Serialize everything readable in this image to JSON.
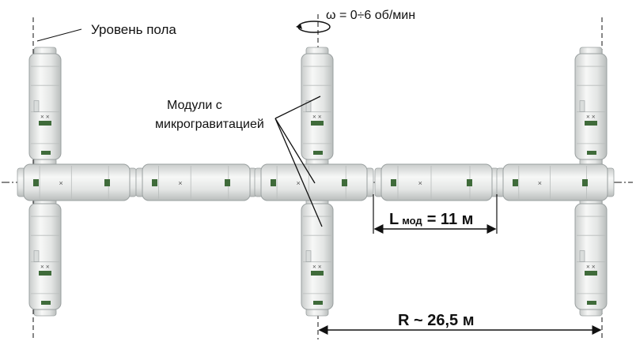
{
  "labels": {
    "floor_level": "Уровень пола",
    "rotation": "ω = 0÷6 об/мин",
    "microgravity_line1": "Модули с",
    "microgravity_line2": "микрогравитацией",
    "module_length_prefix": "L",
    "module_length_sub": "мод",
    "module_length_value": "= 11 м",
    "radius": "R ~ 26,5 м"
  },
  "colors": {
    "module_body": "#eceeed",
    "module_edge": "#9aa0a0",
    "panel_green": "#3f6b3a",
    "line": "#111111"
  }
}
